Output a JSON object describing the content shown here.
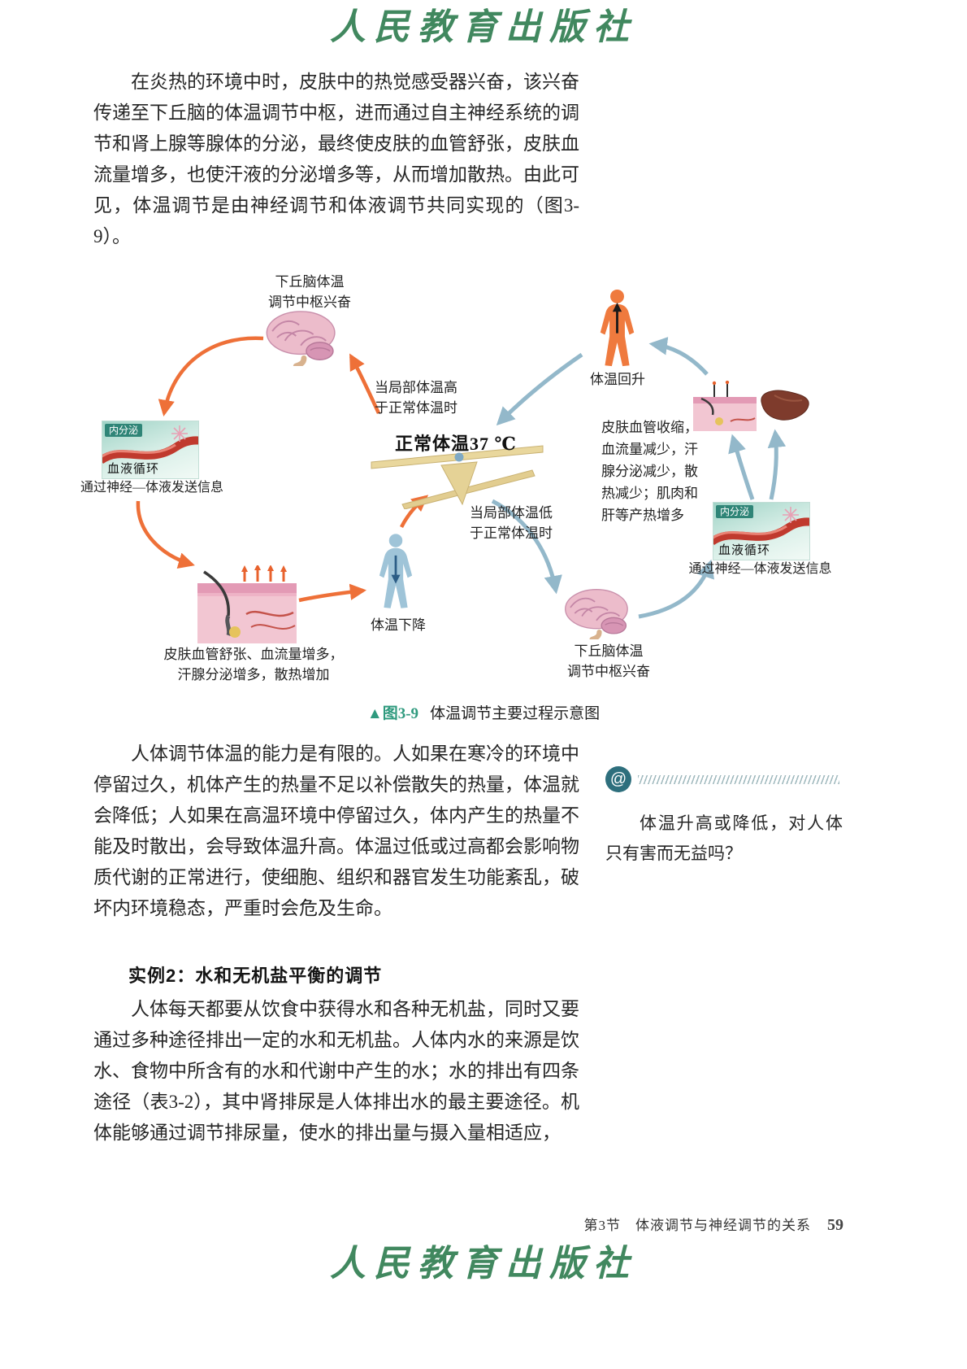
{
  "header": {
    "logo": "人民教育出版社"
  },
  "content": {
    "p1": "在炎热的环境中时，皮肤中的热觉感受器兴奋，该兴奋传递至下丘脑的体温调节中枢，进而通过自主神经系统的调节和肾上腺等腺体的分泌，最终使皮肤的血管舒张，皮肤血流量增多，也使汗液的分泌增多等，从而增加散热。由此可见，体温调节是由神经调节和体液调节共同实现的（图3-9）。",
    "p2": "人体调节体温的能力是有限的。人如果在寒冷的环境中停留过久，机体产生的热量不足以补偿散失的热量，体温就会降低；人如果在高温环境中停留过久，体内产生的热量不能及时散出，会导致体温升高。体温过低或过高都会影响物质代谢的正常进行，使细胞、组织和器官发生功能紊乱，破坏内环境稳态，严重时会危及生命。",
    "example_heading": "实例2：水和无机盐平衡的调节",
    "p3": "人体每天都要从饮食中获得水和各种无机盐，同时又要通过多种途径排出一定的水和无机盐。人体内水的来源是饮水、食物中所含有的水和代谢中产生的水；水的排出有四条途径（表3-2），其中肾排尿是人体排出水的最主要途径。机体能够通过调节排尿量，使水的排出量与摄入量相适应，"
  },
  "figure": {
    "caption_label": "▲图3-9",
    "caption_text": "体温调节主要过程示意图",
    "hypothalamus_top": "下丘脑体温\n调节中枢兴奋",
    "cond_high": "当局部体温高\n于正常体温时",
    "normal_temp": "正常体温37 ℃",
    "cond_low": "当局部体温低\n于正常体温时",
    "temp_rise": "体温回升",
    "right_effects": "皮肤血管收缩，\n血流量减少，汗\n腺分泌减少，散\n热减少；肌肉和\n肝等产热增多",
    "endocrine_label": "内分泌",
    "blood_circulation": "血液循环",
    "info_via": "通过神经—体液发送信息",
    "temp_fall": "体温下降",
    "left_effects": "皮肤血管舒张、血流量增多，\n汗腺分泌增多，散热增加",
    "hypothalamus_bottom": "下丘脑体温\n调节中枢兴奋"
  },
  "sidebar": {
    "icon": "@",
    "question": "体温升高或降低，对人体只有害而无益吗？"
  },
  "footer": {
    "section": "第3节　体液调节与神经调节的关系",
    "page": "59",
    "logo": "人民教育出版社"
  },
  "colors": {
    "accent_teal": "#2f8577",
    "warm_arrow_orange": "#ee7038",
    "cool_arrow_blue": "#93b8ca",
    "caption_green": "#2f9a7e",
    "logo_green": "#41885f"
  }
}
